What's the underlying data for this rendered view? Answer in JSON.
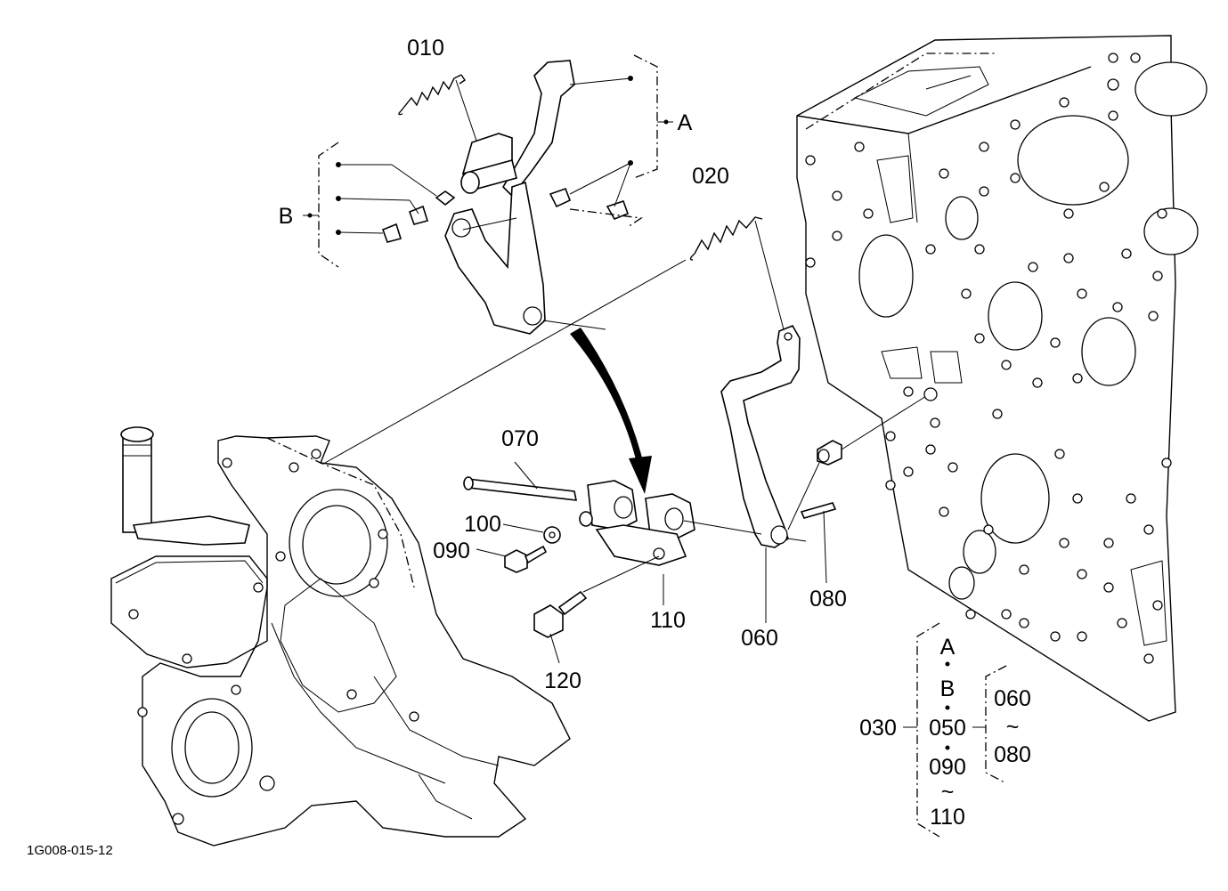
{
  "callouts": {
    "c010": "010",
    "c020": "020",
    "c060": "060",
    "c070": "070",
    "c080": "080",
    "c090": "090",
    "c100": "100",
    "c110": "110",
    "c120": "120",
    "groupA": "A",
    "groupB": "B"
  },
  "legend": {
    "main": "030",
    "a": "A",
    "b": "B",
    "p050": "050",
    "p090": "090",
    "tilde1": "~",
    "p110": "110",
    "p060": "060",
    "tilde2": "~",
    "p080": "080"
  },
  "figure_code": "1G008-015-12"
}
